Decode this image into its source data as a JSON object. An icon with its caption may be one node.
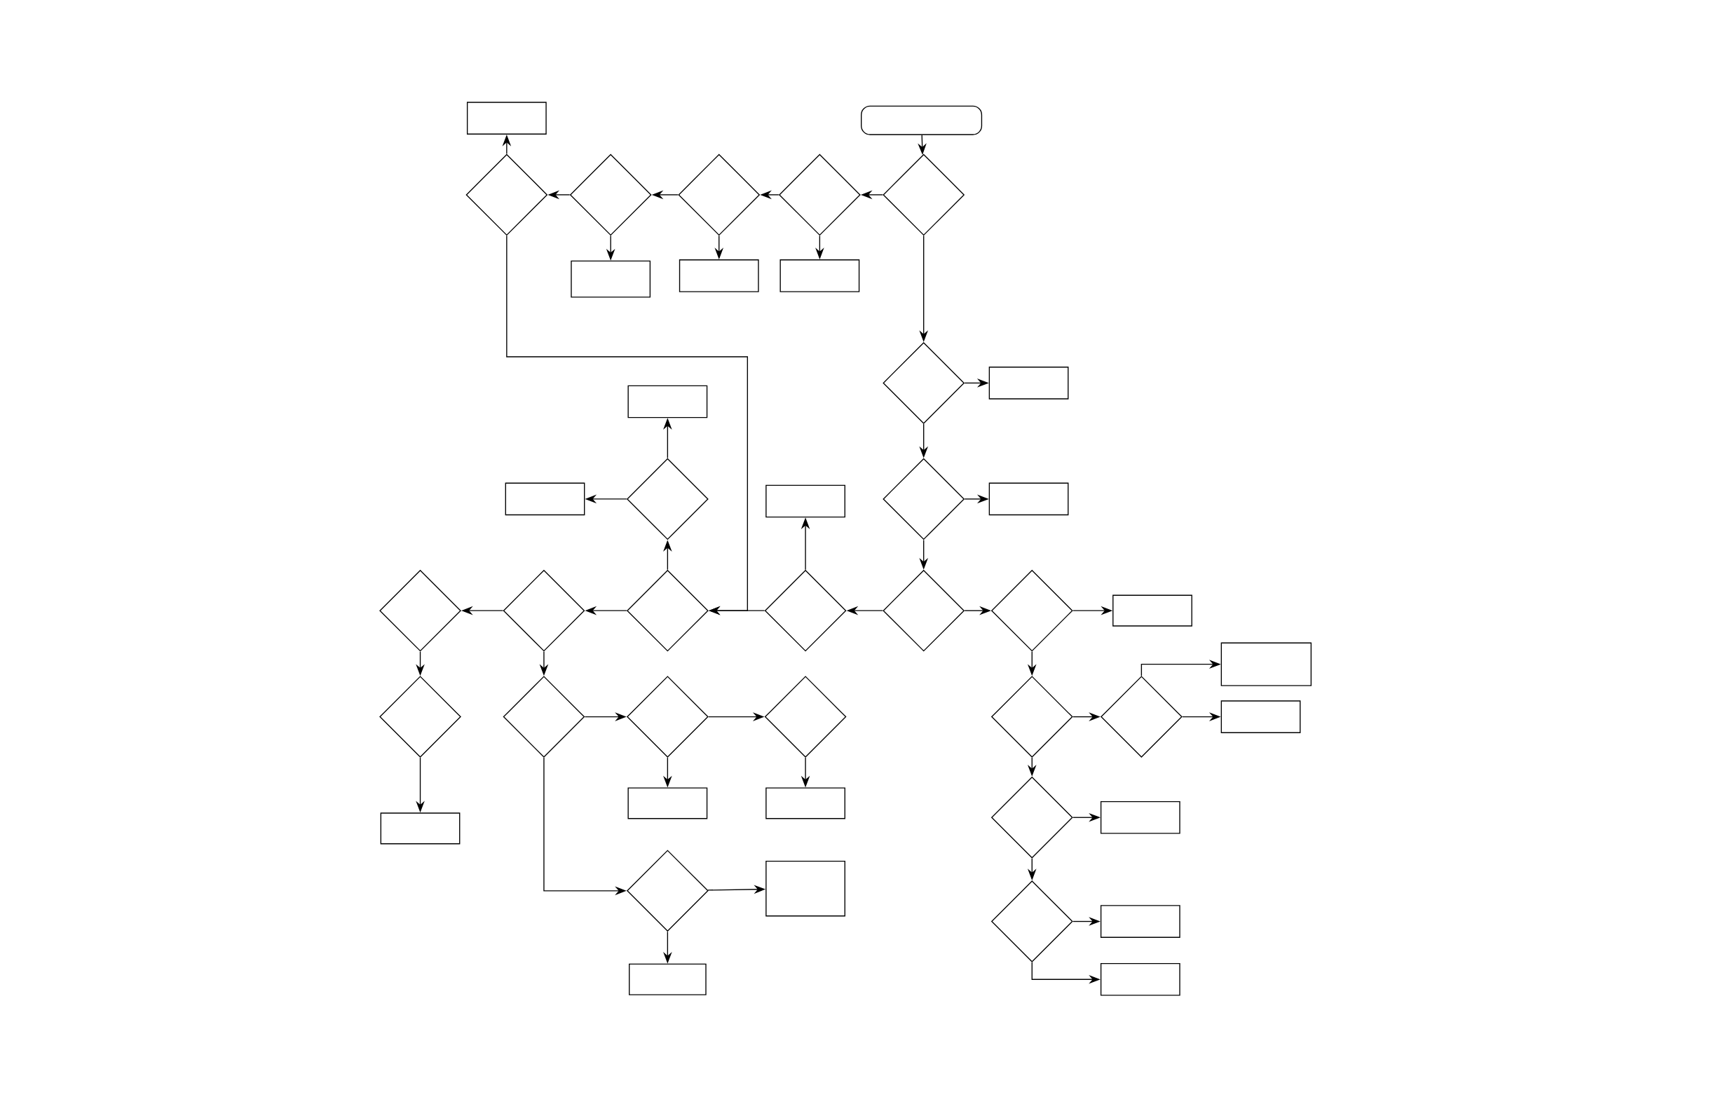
{
  "diagram": {
    "nodes": [
      {
        "text": [],
        "shape": "terminal"
      },
      {
        "text": [],
        "shape": "box"
      },
      {
        "text": [],
        "shape": "diamond"
      },
      {
        "text": [],
        "shape": "diamond"
      },
      {
        "text": [],
        "shape": "diamond"
      },
      {
        "text": [],
        "shape": "diamond"
      },
      {
        "text": [],
        "shape": "diamond"
      },
      {
        "text": [],
        "shape": "box"
      },
      {
        "text": [],
        "shape": "box"
      },
      {
        "text": [],
        "shape": "box"
      },
      {
        "text": [],
        "shape": "diamond"
      },
      {
        "text": [],
        "shape": "box"
      },
      {
        "text": [],
        "shape": "box"
      },
      {
        "text": [],
        "shape": "diamond"
      },
      {
        "text": [],
        "shape": "box"
      },
      {
        "text": [],
        "shape": "box"
      },
      {
        "text": [],
        "shape": "diamond"
      },
      {
        "text": [],
        "shape": "box"
      },
      {
        "text": [],
        "shape": "diamond"
      },
      {
        "text": [],
        "shape": "diamond"
      },
      {
        "text": [],
        "shape": "diamond"
      },
      {
        "text": [],
        "shape": "diamond"
      },
      {
        "text": [],
        "shape": "diamond"
      },
      {
        "text": [],
        "shape": "diamond"
      },
      {
        "text": [],
        "shape": "box"
      },
      {
        "text": [],
        "shape": "box"
      },
      {
        "text": [],
        "shape": "diamond"
      },
      {
        "text": [],
        "shape": "diamond"
      },
      {
        "text": [],
        "shape": "diamond"
      },
      {
        "text": [],
        "shape": "diamond"
      },
      {
        "text": [],
        "shape": "diamond"
      },
      {
        "text": [],
        "shape": "diamond"
      },
      {
        "text": [],
        "shape": "box"
      },
      {
        "text": [],
        "shape": "box"
      },
      {
        "text": [],
        "shape": "box"
      },
      {
        "text": [],
        "shape": "diamond"
      },
      {
        "text": [],
        "shape": "box"
      },
      {
        "text": [],
        "shape": "box"
      },
      {
        "text": [],
        "shape": "box"
      },
      {
        "text": [],
        "shape": "diamond"
      },
      {
        "text": [],
        "shape": "box"
      },
      {
        "text": [],
        "shape": "diamond"
      },
      {
        "text": [],
        "shape": "box"
      },
      {
        "text": [],
        "shape": "box"
      }
    ],
    "edges": [
      {
        "from": 0,
        "to": 6,
        "arrow": "to"
      },
      {
        "from": 6,
        "to": 5,
        "arrow": "to"
      },
      {
        "from": 5,
        "to": 4,
        "arrow": "to"
      },
      {
        "from": 4,
        "to": 3,
        "arrow": "to"
      },
      {
        "from": 3,
        "to": 2,
        "arrow": "to"
      },
      {
        "from": 2,
        "to": 1,
        "arrow": "to"
      },
      {
        "from": 3,
        "to": 7,
        "arrow": "to"
      },
      {
        "from": 4,
        "to": 8,
        "arrow": "to"
      },
      {
        "from": 5,
        "to": 9,
        "arrow": "to"
      },
      {
        "from": 6,
        "to": 10,
        "arrow": "to"
      },
      {
        "from": 10,
        "to": 11,
        "arrow": "to"
      },
      {
        "from": 10,
        "to": 16,
        "arrow": "to"
      },
      {
        "from": 16,
        "to": 17,
        "arrow": "to"
      },
      {
        "from": 16,
        "to": 22,
        "arrow": "to"
      },
      {
        "from": 22,
        "to": 21,
        "arrow": "to"
      },
      {
        "from": 21,
        "to": 15,
        "arrow": "to"
      },
      {
        "from": 21,
        "to": 20,
        "arrow": "to"
      },
      {
        "from": 2,
        "to": 20,
        "arrow": "to"
      },
      {
        "from": 20,
        "to": 13,
        "arrow": "to"
      },
      {
        "from": 13,
        "to": 12,
        "arrow": "to"
      },
      {
        "from": 13,
        "to": 14,
        "arrow": "to"
      },
      {
        "from": 20,
        "to": 19,
        "arrow": "to"
      },
      {
        "from": 19,
        "to": 18,
        "arrow": "to"
      },
      {
        "from": 18,
        "to": 26,
        "arrow": "to"
      },
      {
        "from": 26,
        "to": 37,
        "arrow": "to"
      },
      {
        "from": 19,
        "to": 27,
        "arrow": "to"
      },
      {
        "from": 27,
        "to": 28,
        "arrow": "to"
      },
      {
        "from": 28,
        "to": 33,
        "arrow": "to"
      },
      {
        "from": 28,
        "to": 29,
        "arrow": "to"
      },
      {
        "from": 29,
        "to": 34,
        "arrow": "to"
      },
      {
        "from": 27,
        "to": 39,
        "arrow": "to"
      },
      {
        "from": 39,
        "to": 38,
        "arrow": "to"
      },
      {
        "from": 39,
        "to": 42,
        "arrow": "to"
      },
      {
        "from": 22,
        "to": 23,
        "arrow": "to"
      },
      {
        "from": 23,
        "to": 24,
        "arrow": "to"
      },
      {
        "from": 23,
        "to": 30,
        "arrow": "to"
      },
      {
        "from": 30,
        "to": 31,
        "arrow": "to"
      },
      {
        "from": 31,
        "to": 25,
        "arrow": "to"
      },
      {
        "from": 31,
        "to": 32,
        "arrow": "to"
      },
      {
        "from": 30,
        "to": 35,
        "arrow": "to"
      },
      {
        "from": 35,
        "to": 36,
        "arrow": "to"
      },
      {
        "from": 35,
        "to": 41,
        "arrow": "to"
      },
      {
        "from": 41,
        "to": 40,
        "arrow": "to"
      },
      {
        "from": 41,
        "to": 43,
        "arrow": "to"
      }
    ]
  }
}
